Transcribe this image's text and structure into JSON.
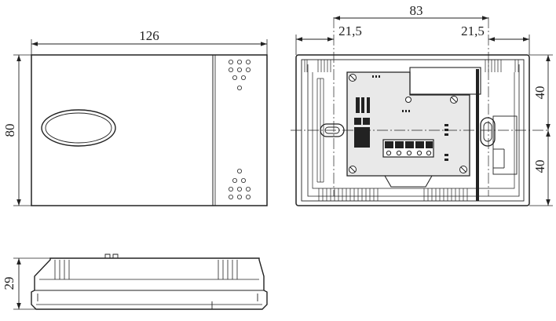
{
  "front_view": {
    "width_label": "126",
    "height_label": "80"
  },
  "back_view": {
    "overall_width_label": "83",
    "left_offset_label": "21,5",
    "right_offset_label": "21,5",
    "upper_height_label": "40",
    "lower_height_label": "40"
  },
  "side_view": {
    "depth_label": "29"
  }
}
